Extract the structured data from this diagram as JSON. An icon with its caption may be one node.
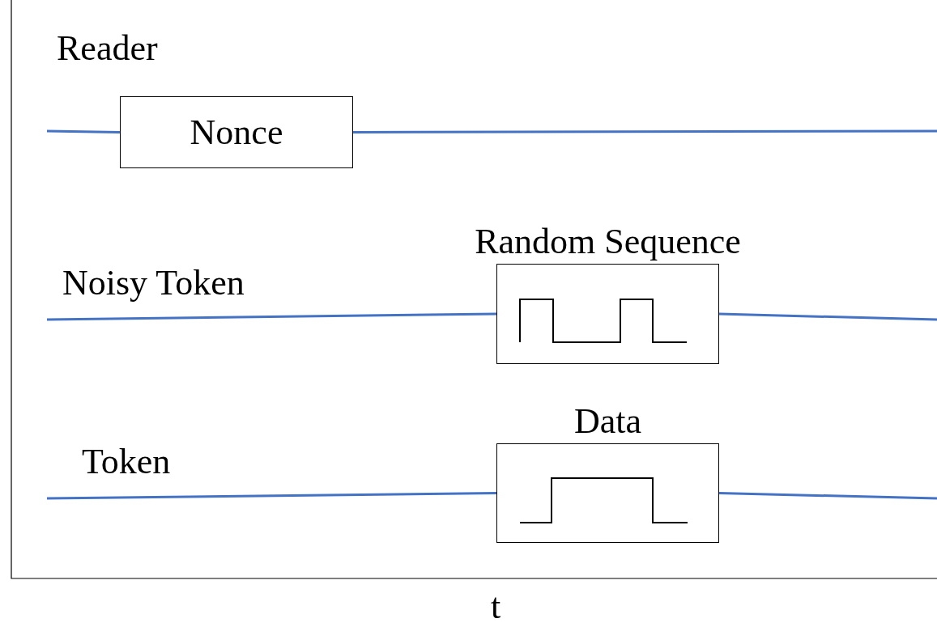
{
  "diagram": {
    "nodes": [
      {
        "text": [
          "Nonce"
        ]
      },
      {
        "text": [
          "Random Sequence"
        ]
      },
      {
        "text": [
          "Data"
        ]
      }
    ],
    "edges": [
      {
        "from": null,
        "to": 0,
        "arrow": "none"
      },
      {
        "from": 0,
        "to": null,
        "arrow": "none"
      },
      {
        "from": null,
        "to": 1,
        "arrow": "none"
      },
      {
        "from": 1,
        "to": null,
        "arrow": "none"
      },
      {
        "from": null,
        "to": 2,
        "arrow": "none"
      },
      {
        "from": 2,
        "to": null,
        "arrow": "none"
      }
    ],
    "labels": [
      "Reader",
      "Noisy Token",
      "Token",
      "t"
    ]
  }
}
